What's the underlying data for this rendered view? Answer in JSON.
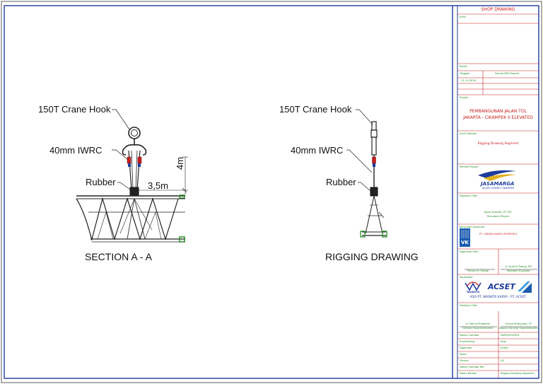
{
  "drawing": {
    "left": {
      "hook_label": "150T Crane Hook",
      "iwrc_label": "40mm IWRC",
      "rubber_label": "Rubber",
      "dim_width": "3,5m",
      "dim_height": "4m",
      "caption": "SECTION A - A"
    },
    "right": {
      "hook_label": "150T Crane Hook",
      "iwrc_label": "40mm IWRC",
      "rubber_label": "Rubber",
      "caption": "RIGGING DRAWING"
    }
  },
  "title_block": {
    "header": "SHOP DRAWING",
    "field_title": "Judul",
    "rev_label": "Revisi",
    "date_label": "Tanggal",
    "date_value": "11-11-2016",
    "desc_value": "Sesuai SRH Proyek",
    "project_label": "Proyek",
    "project_line1": "PEMBANGUNAN JALAN TOL",
    "project_line2": "JAKARTA - CIKAMPEK II ELEVATED",
    "drawing_title_label": "Judul Gambar",
    "drawing_title": "Rigging Drawing Segment",
    "owner_label": "Pemilik Proyek",
    "owner_logo_text": "JASAMARGA",
    "owner_logo_sub": "JALAN LAYANG CIKAMPEK",
    "owner_approval_label": "Disetujui Oleh",
    "owner_person": "Agus Susanto, ST. MT.",
    "owner_role": "Pemimpin Proyek",
    "consultant_label": "Konsultan Supervisi",
    "consultant_logo": "VK",
    "consultant_name": "PT. VIRAMA KARYA (PERSERO)",
    "consultant_approval_label": "Diperiksa Oleh",
    "consultant_role_left": "Person in Charge",
    "consultant_person_right": "Ir. Syafrul Tulang, MT",
    "consultant_role_right": "Resident Engineer",
    "contractor_label": "Kontraktor",
    "contractor_logo_left": "WASKITA",
    "contractor_logo_right": "ACSET",
    "contractor_name": "KSO PT. WASKITA KARYA - PT. ACSET",
    "contractor_approval_label": "Disetujui Oleh",
    "contractor_person_left": "Ir. Hanna Pradiatim",
    "contractor_role_left": "General Superintendent",
    "contractor_person_right": "Cahyo Budiyanto, ST",
    "contractor_role_right": "Deputy General Superintendent",
    "rows": [
      {
        "label": "Nomor Gambar",
        "value": "NUM/2016/001"
      },
      {
        "label": "Engineering",
        "value": "Aldo"
      },
      {
        "label": "Digambar",
        "value": "Arofiq"
      },
      {
        "label": "Skala",
        "value": ""
      },
      {
        "label": "Ukuran",
        "value": "A3"
      },
      {
        "label": "Nomor Gambar Ref",
        "value": ""
      },
      {
        "label": "Nama Berkas",
        "value": "Rigging Drawing Segment"
      }
    ]
  }
}
